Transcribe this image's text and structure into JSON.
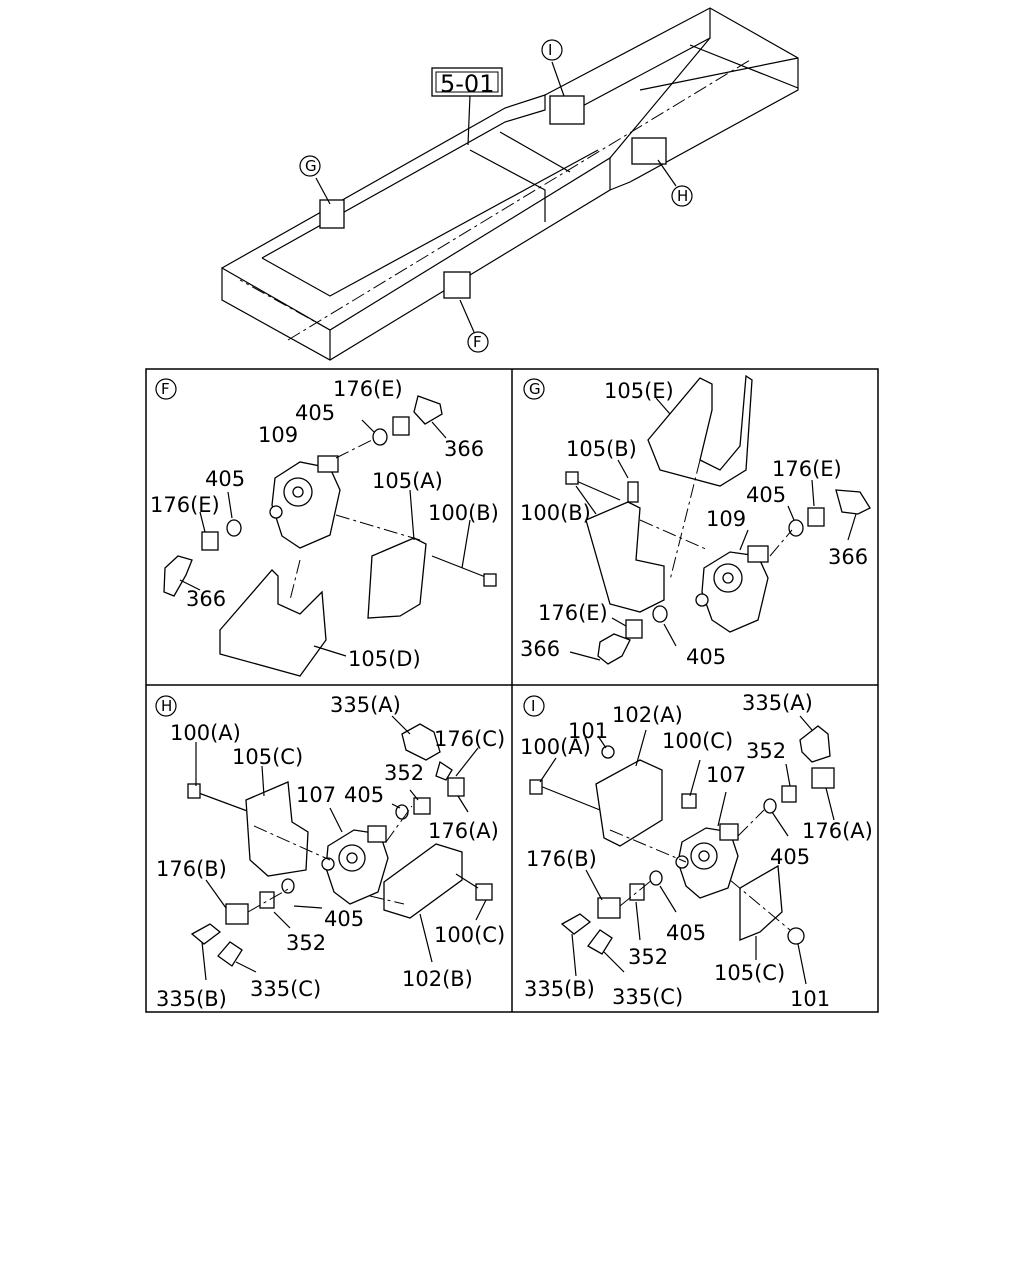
{
  "reference_box": "5-01",
  "frame_callouts": {
    "I": "I",
    "G": "G",
    "H": "H",
    "F": "F"
  },
  "panels": {
    "F": {
      "marker": "F",
      "labels": {
        "l176e_top": "176(E)",
        "l405_top": "405",
        "l366_top": "366",
        "l109": "109",
        "l405_left": "405",
        "l176e_left": "176(E)",
        "l105a": "105(A)",
        "l100b": "100(B)",
        "l366_bottom": "366",
        "l105d": "105(D)"
      }
    },
    "G": {
      "marker": "G",
      "labels": {
        "l105e": "105(E)",
        "l105b": "105(B)",
        "l100b": "100(B)",
        "l176e_right": "176(E)",
        "l405_right": "405",
        "l109": "109",
        "l366_right": "366",
        "l176e_left": "176(E)",
        "l366_left": "366",
        "l405_bottom": "405"
      }
    },
    "H": {
      "marker": "H",
      "labels": {
        "l335a": "335(A)",
        "l176c": "176(C)",
        "l100a": "100(A)",
        "l105c": "105(C)",
        "l352_top": "352",
        "l107": "107",
        "l405_top": "405",
        "l176a": "176(A)",
        "l176b": "176(B)",
        "l405_bottom": "405",
        "l352_bottom": "352",
        "l100c": "100(C)",
        "l335c": "335(C)",
        "l102b": "102(B)",
        "l335b": "335(B)"
      }
    },
    "I": {
      "marker": "I",
      "labels": {
        "l101_top": "101",
        "l102a": "102(A)",
        "l335a": "335(A)",
        "l100a": "100(A)",
        "l100c": "100(C)",
        "l352_top": "352",
        "l107": "107",
        "l176a": "176(A)",
        "l405_right": "405",
        "l176b": "176(B)",
        "l405_bottom": "405",
        "l352_bottom": "352",
        "l105c": "105(C)",
        "l335b": "335(B)",
        "l335c": "335(C)",
        "l101_bottom": "101"
      }
    }
  }
}
